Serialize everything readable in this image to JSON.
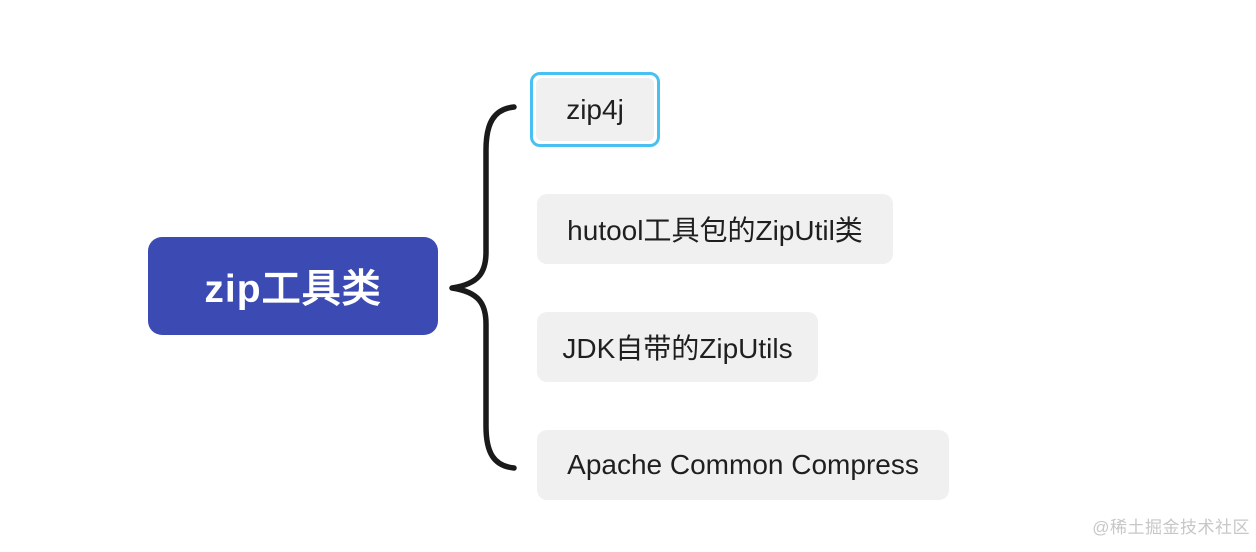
{
  "mindmap": {
    "root": {
      "label": "zip工具类",
      "bg_color": "#3b4bb3",
      "text_color": "#ffffff"
    },
    "children": [
      {
        "label": "zip4j",
        "selected": true,
        "selection_border_color": "#49c0f2"
      },
      {
        "label": "hutool工具包的ZipUtil类",
        "selected": false
      },
      {
        "label": "JDK自带的ZipUtils",
        "selected": false
      },
      {
        "label": "Apache Common Compress",
        "selected": false
      }
    ],
    "child_bg_color": "#f0f0f0",
    "child_text_color": "#1f1f1f",
    "connector_style": "curly-brace",
    "connector_color": "#1a1a1a"
  },
  "watermark": {
    "text": "@稀土掘金技术社区"
  }
}
